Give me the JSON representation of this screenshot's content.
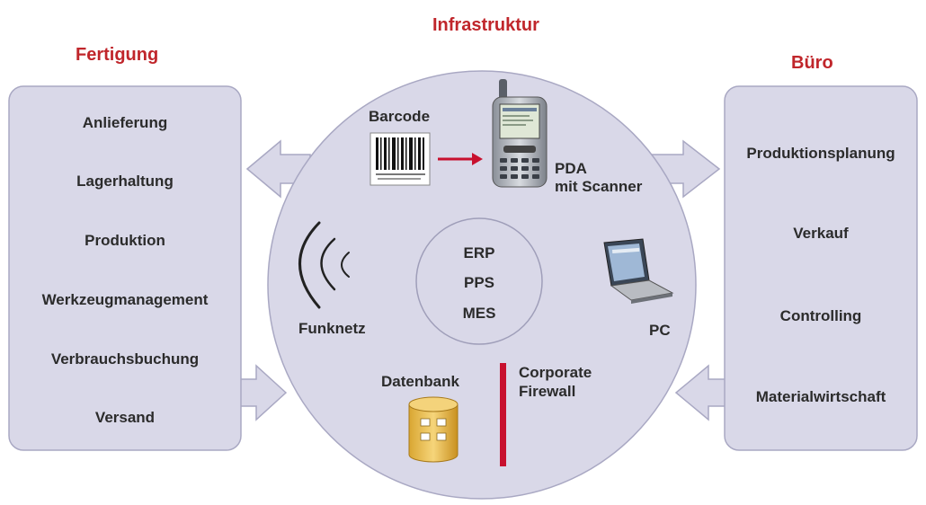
{
  "headers": {
    "left": "Fertigung",
    "center": "Infrastruktur",
    "right": "Büro"
  },
  "fertigung_items": [
    "Anlieferung",
    "Lagerhaltung",
    "Produktion",
    "Werkzeugmanagement",
    "Verbrauchsbuchung",
    "Versand"
  ],
  "buero_items": [
    "Produktionsplanung",
    "Verkauf",
    "Controlling",
    "Materialwirtschaft"
  ],
  "infrastruktur": {
    "barcode": "Barcode",
    "pda_line1": "PDA",
    "pda_line2": "mit Scanner",
    "funknetz": "Funknetz",
    "core_line1": "ERP",
    "core_line2": "PPS",
    "core_line3": "MES",
    "pc": "PC",
    "datenbank": "Datenbank",
    "firewall_line1": "Corporate",
    "firewall_line2": "Firewall"
  },
  "colors": {
    "panel_fill": "#d9d8e8",
    "panel_stroke": "#a9a8c3",
    "header_red": "#c0262b",
    "firewall_red": "#c8102e",
    "text_dark": "#2b2b2b"
  }
}
